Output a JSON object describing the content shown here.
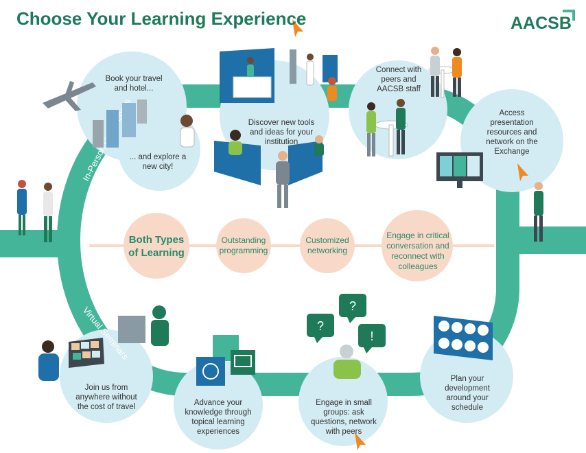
{
  "title": "Choose Your Learning Experience",
  "logo": "AACSB",
  "track_labels": {
    "in_person": "In-Person Conferences",
    "virtual": "Virtual Seminars"
  },
  "center": {
    "both": "Both Types of Learning",
    "items": [
      "Outstanding programming",
      "Customized networking",
      "Engage in critical conversation and reconnect with colleagues"
    ]
  },
  "in_person_items": {
    "travel": "Book your travel and hotel...",
    "explore": "... and explore a new city!",
    "discover": "Discover new tools and ideas for your institution",
    "connect": "Connect with peers and AACSB staff",
    "access": "Access presentation resources and network on the Exchange"
  },
  "virtual_items": {
    "join": "Join us from anywhere without the cost of travel",
    "advance": "Advance your knowledge through topical learning experiences",
    "engage": "Engage in small groups: ask questions, network with peers",
    "plan": "Plan your development around your schedule"
  },
  "bubbles": [
    "?",
    "?",
    "!"
  ],
  "colors": {
    "teal": "#45b59a",
    "dark_green": "#1f7a5a",
    "light_blue": "#d3ebf2",
    "peach": "#f8d9c8",
    "orange": "#f0891f",
    "blue": "#1f6fa8"
  }
}
